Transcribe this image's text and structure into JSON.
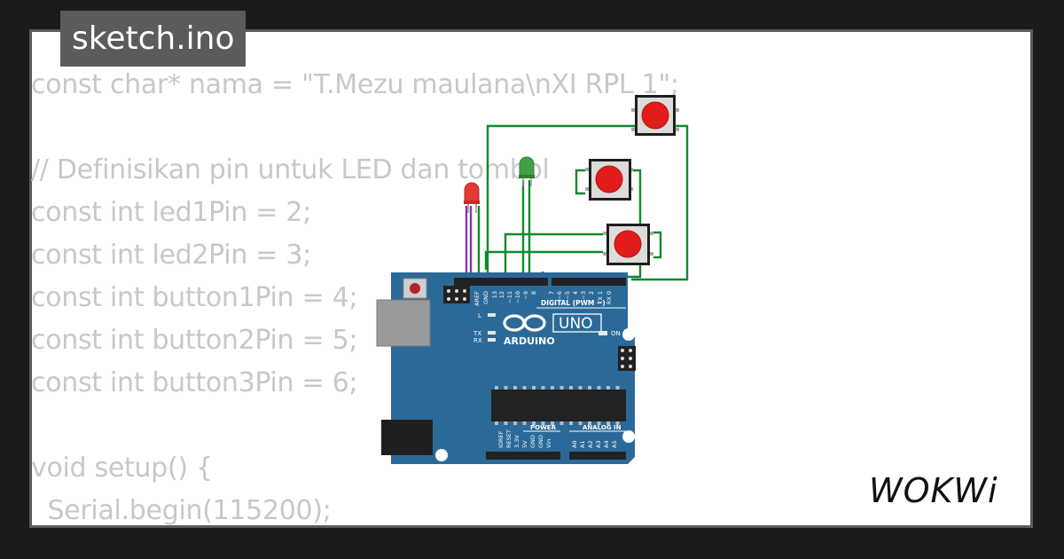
{
  "file_tab": {
    "label": "sketch.ino"
  },
  "code_lines": [
    "const char* nama = \"T.Mezu maulana\\nXI RPL 1\";",
    "",
    "// Definisikan pin untuk LED dan tombol",
    "const int led1Pin = 2;",
    "const int led2Pin = 3;",
    "const int button1Pin = 4;",
    "const int button2Pin = 5;",
    "const int button3Pin = 6;",
    "",
    "void setup() {",
    "  Serial.begin(115200);"
  ],
  "board": {
    "brand": "ARDUINO",
    "model": "UNO",
    "digital_header_label": "DIGITAL (PWM ~)",
    "power_label": "POWER",
    "analog_label": "ANALOG IN",
    "on_label": "ON",
    "l_label": "L",
    "tx_label": "TX",
    "rx_label": "RX",
    "digital_pins": [
      "AREF",
      "GND",
      "13",
      "12",
      "~11",
      "~10",
      "~9",
      "8",
      "7",
      "~6",
      "~5",
      "4",
      "~3",
      "2",
      "TX 1",
      "RX 0"
    ],
    "power_pins": [
      "IOREF",
      "RESET",
      "3.3V",
      "5V",
      "GND",
      "GND",
      "Vin"
    ],
    "analog_pins": [
      "A0",
      "A1",
      "A2",
      "A3",
      "A4",
      "A5"
    ],
    "color": "#2b6a98"
  },
  "components": {
    "led_red_color": "#e53935",
    "led_green_color": "#43a047",
    "button_cap_color": "#e21b1b",
    "wire_green_color": "#11892e",
    "wire_purple_color": "#8a35a3"
  },
  "brand_logo": {
    "text": "WOKWi"
  }
}
